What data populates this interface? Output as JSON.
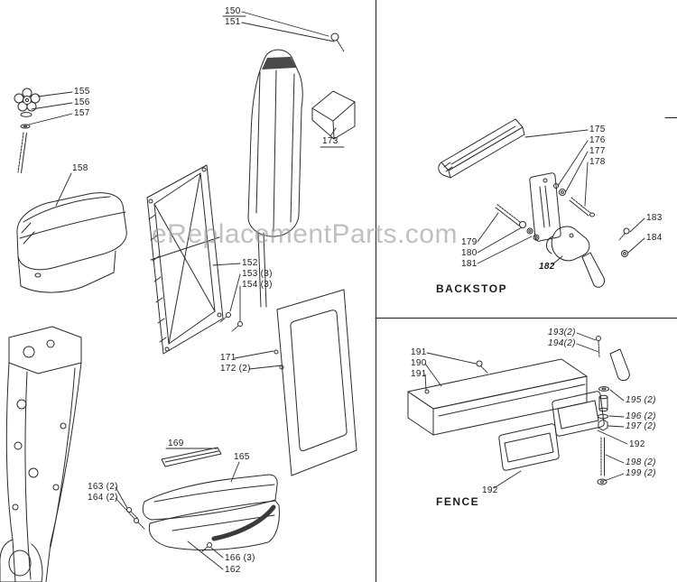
{
  "watermark": "eReplacementParts.com",
  "colors": {
    "line": "#2b2b2b",
    "watermark": "#9a9a9a"
  },
  "sections": {
    "backstop": {
      "title": "BACKSTOP"
    },
    "fence": {
      "title": "FENCE"
    }
  },
  "labels": {
    "m150": "150",
    "m151": "151",
    "m155": "155",
    "m156": "156",
    "m157": "157",
    "m158": "158",
    "m173": "173",
    "m152": "152",
    "m153": "153 (3)",
    "m154": "154 (3)",
    "m171": "171",
    "m172": "172 (2)",
    "m169": "169",
    "m165": "165",
    "m163": "163 (2)",
    "m164": "164 (2)",
    "m166": "166 (3)",
    "m162": "162",
    "b175": "175",
    "b176": "176",
    "b177": "177",
    "b178": "178",
    "b183": "183",
    "b184": "184",
    "b179": "179",
    "b180": "180",
    "b181": "181",
    "b182": "182",
    "f193": "193(2)",
    "f194": "194(2)",
    "f191a": "191",
    "f190": "190",
    "f191b": "191",
    "f195": "195 (2)",
    "f196": "196 (2)",
    "f197": "197 (2)",
    "f192a": "192",
    "f198": "198 (2)",
    "f199": "199 (2)",
    "f192b": "192"
  }
}
